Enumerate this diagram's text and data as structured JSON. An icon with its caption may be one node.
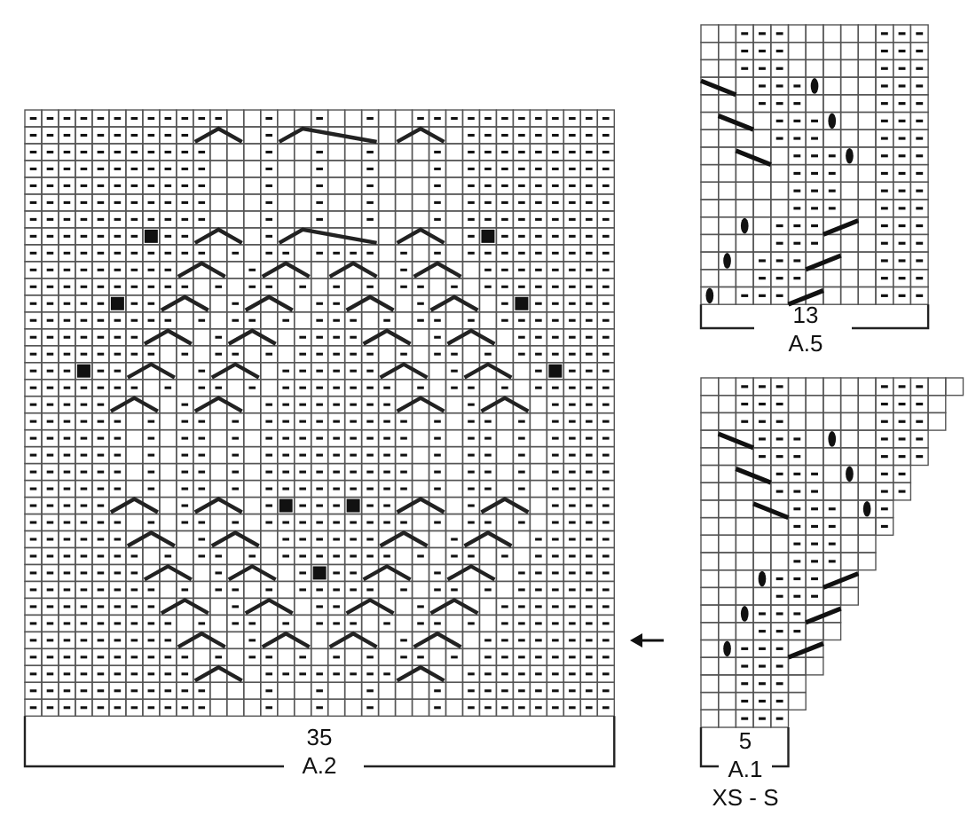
{
  "diagram": {
    "labels": [
      "13",
      "A.5",
      "35",
      "A.2",
      "5",
      "A.1",
      "XS - S"
    ]
  }
}
